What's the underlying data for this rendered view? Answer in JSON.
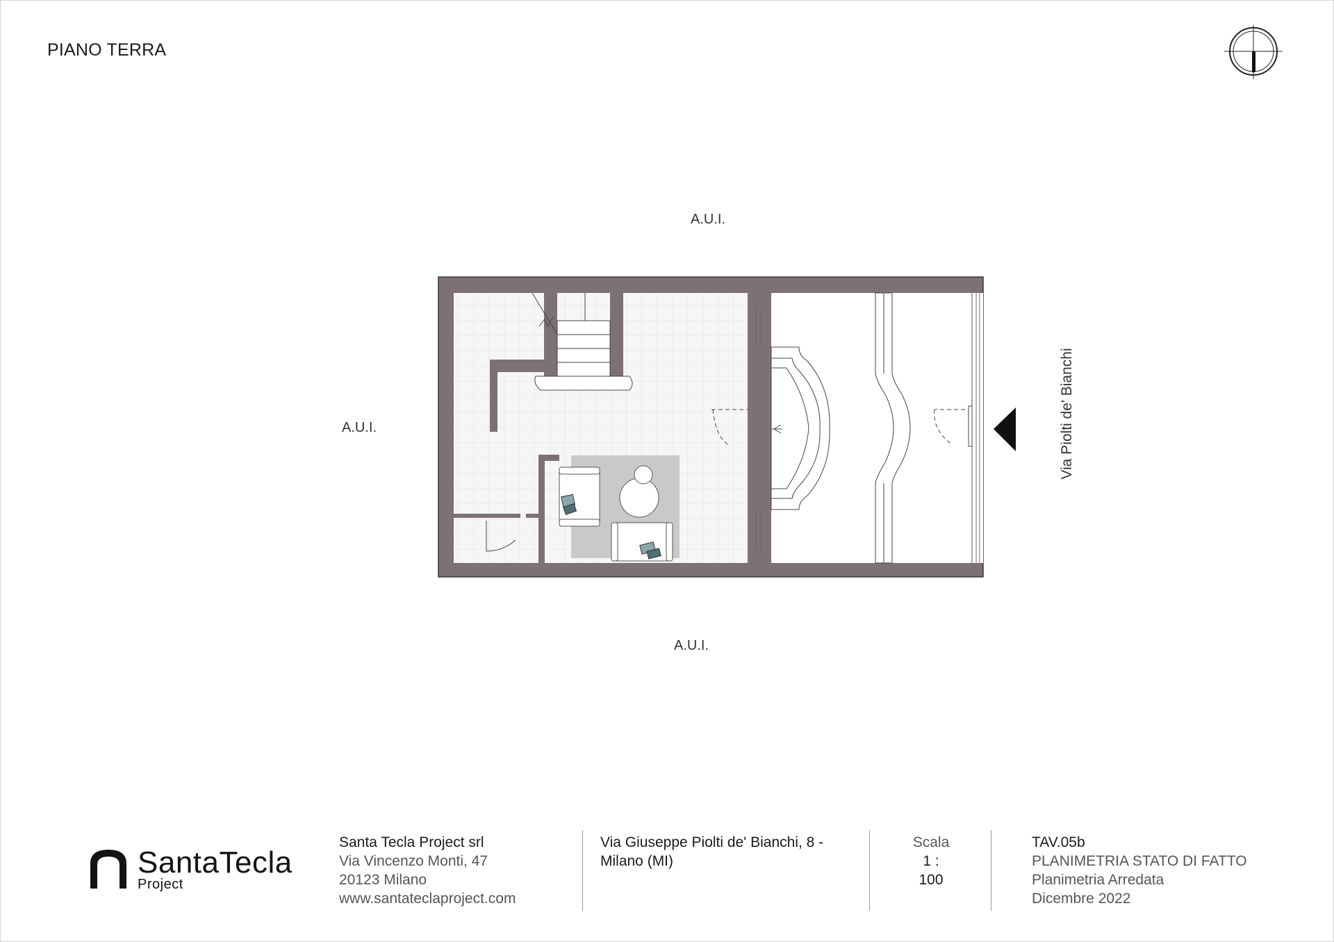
{
  "floor_title": "PIANO TERRA",
  "labels": {
    "aui_top": "A.U.I.",
    "aui_left": "A.U.I.",
    "aui_bottom": "A.U.I.",
    "street": "Via Piolti de' Bianchi"
  },
  "colors": {
    "wall": "#7d7173",
    "floor_tile": "#f4f4f4",
    "rug": "#c9c9c9",
    "accent_teal": "#4f6e73",
    "line": "#333333"
  },
  "icons": {
    "north": "north-arrow-icon",
    "entry": "entry-arrow-icon"
  },
  "titleblock": {
    "logo_main": "SantaTecla",
    "logo_sub": "Project",
    "company": {
      "name": "Santa Tecla Project srl",
      "street": "Via Vincenzo Monti, 47",
      "city": "20123 Milano",
      "web": "www.santateclaproject.com"
    },
    "project_address": {
      "line1": "Via Giuseppe Piolti de' Bianchi, 8 -",
      "line2": "Milano (MI)"
    },
    "scale": {
      "label": "Scala",
      "value": "1 : 100"
    },
    "sheet": {
      "code": "TAV.05b",
      "title": "PLANIMETRIA STATO DI FATTO",
      "subtitle": "Planimetria Arredata",
      "date": "Dicembre 2022"
    }
  }
}
